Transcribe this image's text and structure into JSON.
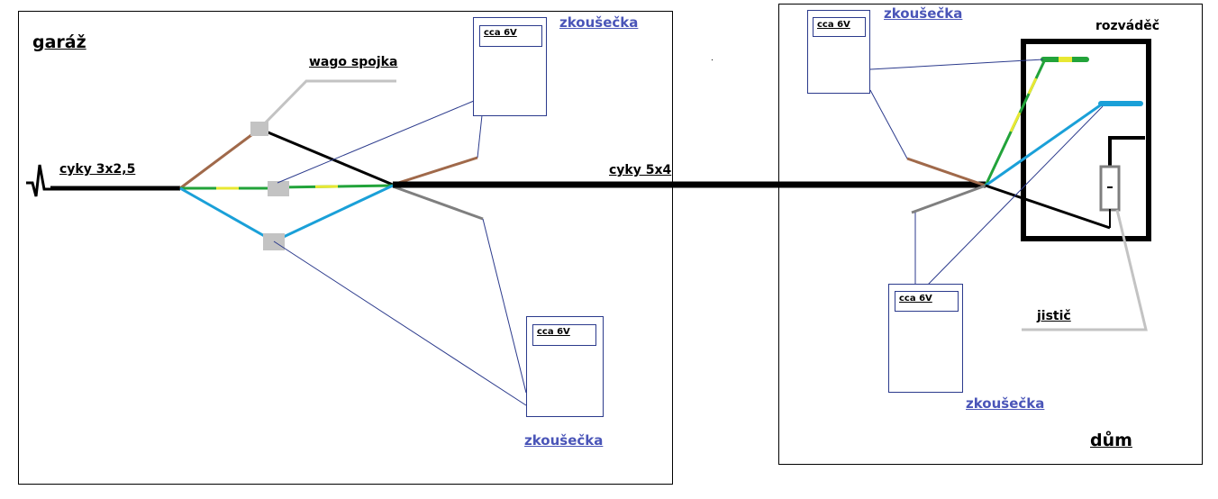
{
  "areas": {
    "garage_label": "garáž",
    "house_label": "dům"
  },
  "cables": {
    "cyky_small": "cyky 3x2,5",
    "cyky_big": "cyky 5x4"
  },
  "components": {
    "wago_label": "wago spojka",
    "distribution_label": "rozváděč",
    "breaker_label": "jistič",
    "breaker_symbol": "-"
  },
  "testers": [
    {
      "label": "zkoušečka",
      "display": "cca 6V"
    },
    {
      "label": "zkoušečka",
      "display": "cca 6V"
    },
    {
      "label": "zkoušečka",
      "display": "cca 6V"
    },
    {
      "label": "zkoušečka",
      "display": "cca 6V"
    }
  ],
  "colors": {
    "phase_brown": "#a0694a",
    "neutral_blue": "#1aa0d8",
    "pe_green": "#22a33a",
    "pe_yellow": "#e8e832",
    "phase_black": "#000000",
    "phase_gray": "#7f7f7f",
    "probe_wire": "#2b3a8c",
    "wago_gray": "#c3c3c3",
    "tester_text": "#4a55b8"
  }
}
